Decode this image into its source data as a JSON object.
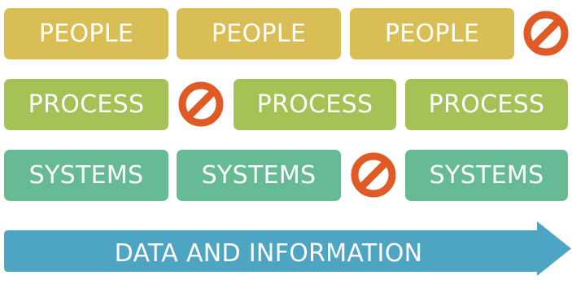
{
  "rows": {
    "people": {
      "label": "PEOPLE"
    },
    "process": {
      "label": "PROCESS"
    },
    "systems": {
      "label": "SYSTEMS"
    }
  },
  "arrow": {
    "label": "DATA AND INFORMATION"
  },
  "icons": {
    "blocked": "prohibited-icon"
  },
  "colors": {
    "people": "#d9bd55",
    "process": "#a4c255",
    "systems": "#66bb94",
    "arrow": "#4ea5c3",
    "blocked": "#e05a26"
  }
}
